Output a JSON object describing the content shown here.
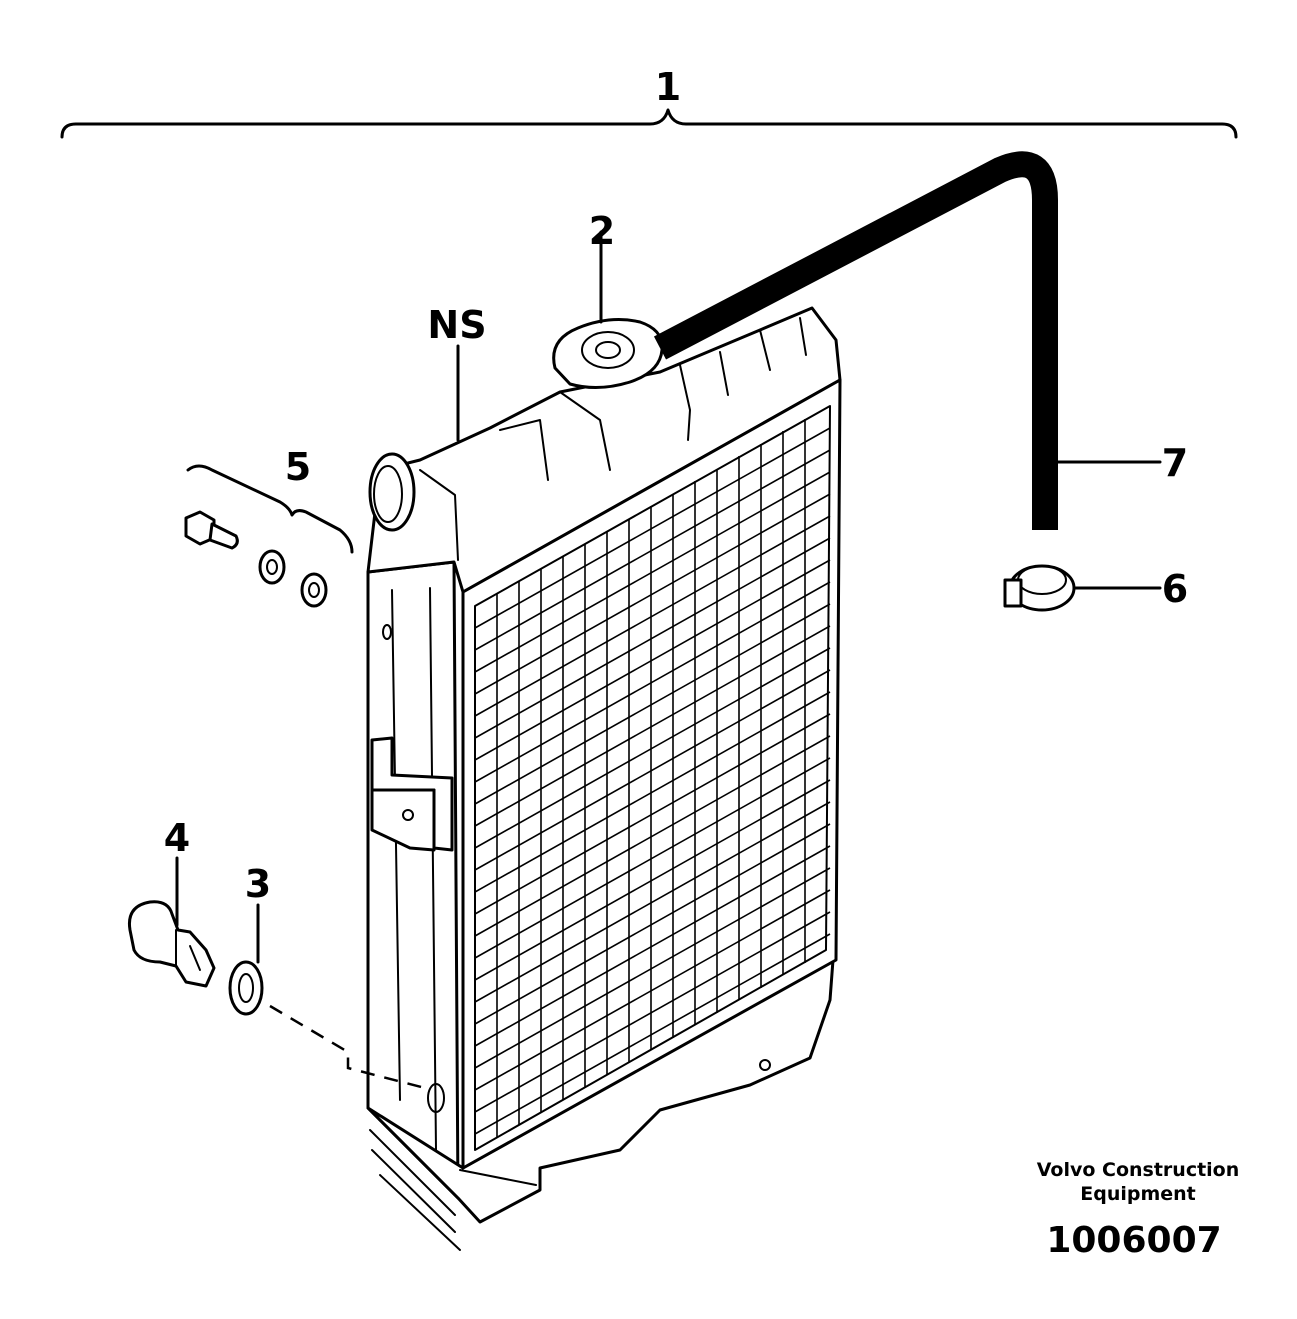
{
  "callouts": {
    "c1": "1",
    "c2": "2",
    "c3": "3",
    "c4": "4",
    "c5": "5",
    "c6": "6",
    "c7": "7",
    "ns": "NS"
  },
  "footer": {
    "brand_line1": "Volvo Construction",
    "brand_line2": "Equipment",
    "drawing_number": "1006007"
  }
}
